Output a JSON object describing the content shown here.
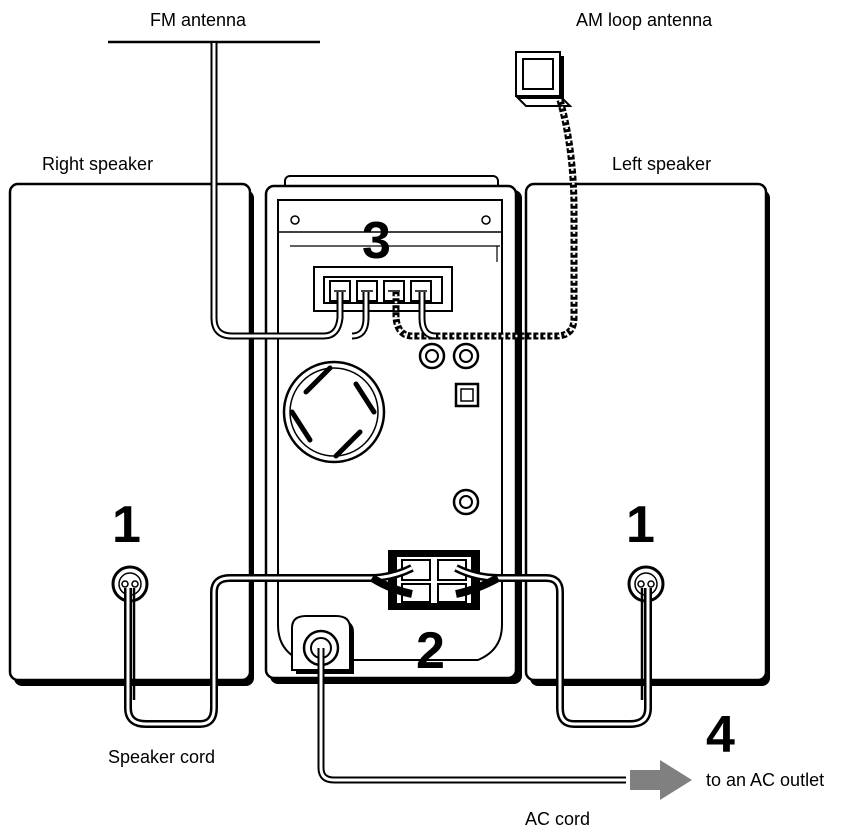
{
  "labels": {
    "fm_antenna": "FM antenna",
    "am_loop_antenna": "AM loop antenna",
    "right_speaker": "Right speaker",
    "left_speaker": "Left speaker",
    "speaker_cord": "Speaker cord",
    "ac_cord": "AC cord",
    "ac_outlet": "to an AC outlet"
  },
  "steps": {
    "speaker_right": "1",
    "speaker_left": "1",
    "speaker_terminals": "2",
    "antenna_terminals": "3",
    "ac_outlet": "4"
  },
  "colors": {
    "line": "#000000",
    "background": "#ffffff",
    "arrow": "#808080",
    "panel_fill": "#ffffff"
  }
}
